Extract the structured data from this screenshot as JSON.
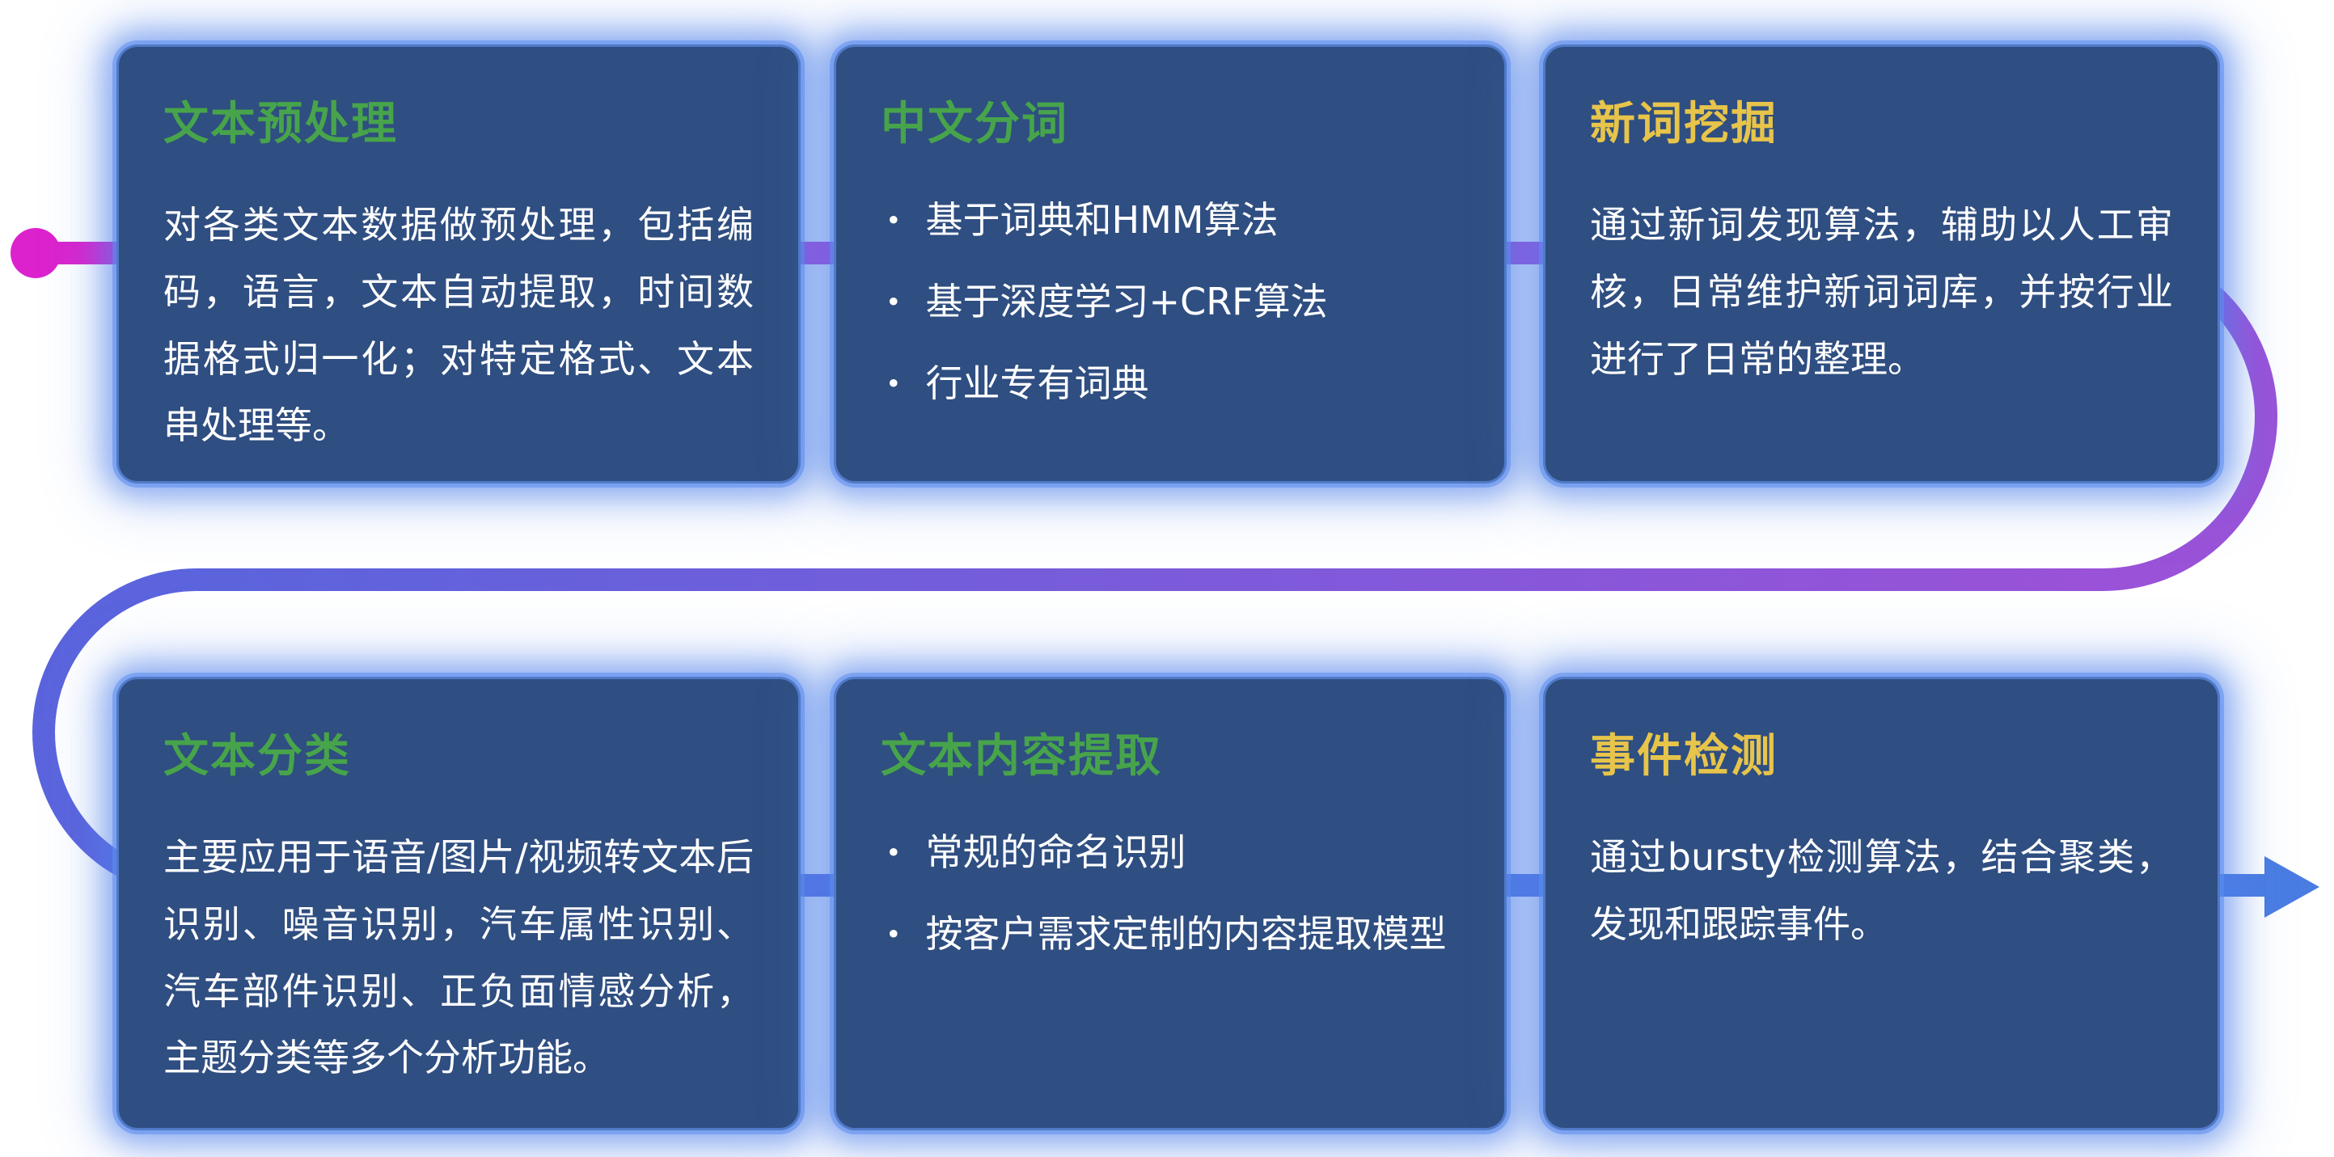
{
  "colors": {
    "card_bg": "#2f4e81",
    "title_green": "#47a44b",
    "title_yellow": "#e7c44a",
    "body_text": "#ffffff",
    "flow_start": "#dc22cd",
    "flow_mid": "#9a52d8",
    "flow_mid2": "#5b64dc",
    "flow_end": "#4a7ce2"
  },
  "glyphs": {
    "bullet": "•"
  },
  "cards": [
    {
      "id": "text-preprocessing",
      "title": "文本预处理",
      "title_color": "green",
      "type": "paragraph",
      "body": "对各类文本数据做预处理，包括编码，语言，文本自动提取，时间数据格式归一化；对特定格式、文本串处理等。"
    },
    {
      "id": "chinese-word-segmentation",
      "title": "中文分词",
      "title_color": "green",
      "type": "bullets",
      "bullets": [
        "基于词典和HMM算法",
        "基于深度学习+CRF算法",
        "行业专有词典"
      ]
    },
    {
      "id": "new-word-mining",
      "title": "新词挖掘",
      "title_color": "yellow",
      "type": "paragraph",
      "body": "通过新词发现算法，辅助以人工审核，日常维护新词词库，并按行业进行了日常的整理。"
    },
    {
      "id": "text-classification",
      "title": "文本分类",
      "title_color": "green",
      "type": "paragraph",
      "body": "主要应用于语音/图片/视频转文本后识别、噪音识别，汽车属性识别、汽车部件识别、正负面情感分析，主题分类等多个分析功能。"
    },
    {
      "id": "text-content-extraction",
      "title": "文本内容提取",
      "title_color": "green",
      "type": "bullets",
      "bullets": [
        "常规的命名识别",
        "按客户需求定制的内容提取模型"
      ]
    },
    {
      "id": "event-detection",
      "title": "事件检测",
      "title_color": "yellow",
      "type": "paragraph",
      "body": "通过bursty检测算法，结合聚类，发现和跟踪事件。"
    }
  ]
}
